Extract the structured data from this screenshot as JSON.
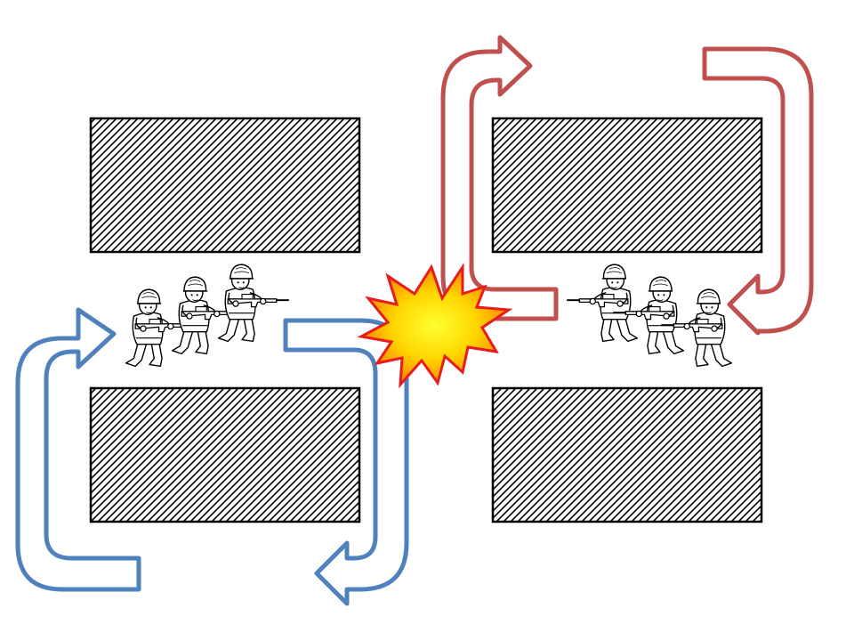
{
  "colors": {
    "blue_route": "#4f81bd",
    "red_route": "#c0504d",
    "building_stroke": "#000000",
    "building_hatch": "#000000",
    "explosion_outer": "#e81c1c",
    "explosion_inner": "#ffee00",
    "explosion_mid": "#ffb000",
    "soldier_stroke": "#000000",
    "soldier_fill": "#ffffff"
  },
  "elements": {
    "buildings": [
      "building-top-left",
      "building-bottom-left",
      "building-top-right",
      "building-bottom-right"
    ],
    "arrows": [
      "blue-arrow-left-loop",
      "blue-arrow-right-loop",
      "red-arrow-left-loop",
      "red-arrow-right-loop"
    ],
    "squads": [
      {
        "name": "left-squad",
        "facing": "right",
        "count": 3
      },
      {
        "name": "right-squad",
        "facing": "left",
        "count": 3
      }
    ],
    "icons": [
      "explosion-icon"
    ]
  }
}
